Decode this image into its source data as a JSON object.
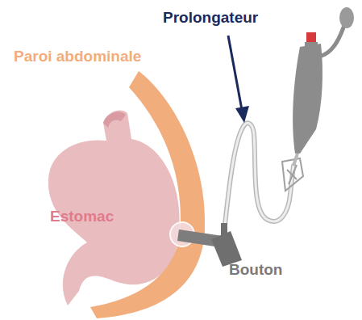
{
  "diagram": {
    "labels": [
      "Prolongateur",
      "Paroi abdominale",
      "Estomac",
      "Bouton"
    ]
  }
}
